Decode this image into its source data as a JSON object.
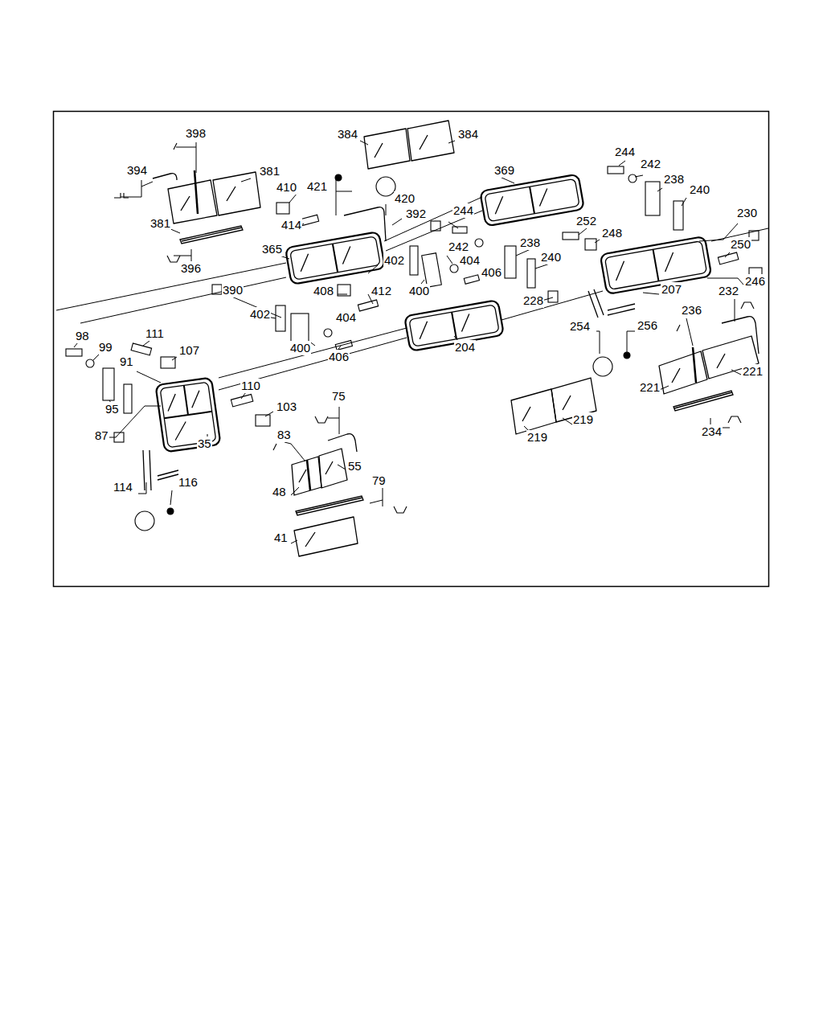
{
  "diagram": {
    "labels": [
      "398",
      "394",
      "381",
      "381",
      "396",
      "384",
      "384",
      "410",
      "421",
      "414",
      "420",
      "392",
      "369",
      "365",
      "390",
      "402",
      "244",
      "242",
      "404",
      "406",
      "400",
      "408",
      "412",
      "402",
      "404",
      "400",
      "406",
      "204",
      "244",
      "242",
      "238",
      "240",
      "230",
      "252",
      "248",
      "238",
      "240",
      "250",
      "246",
      "207",
      "228",
      "232",
      "236",
      "254",
      "256",
      "221",
      "221",
      "219",
      "219",
      "234",
      "98",
      "99",
      "111",
      "107",
      "91",
      "95",
      "87",
      "35",
      "110",
      "103",
      "75",
      "83",
      "55",
      "48",
      "79",
      "114",
      "116",
      "41"
    ]
  }
}
